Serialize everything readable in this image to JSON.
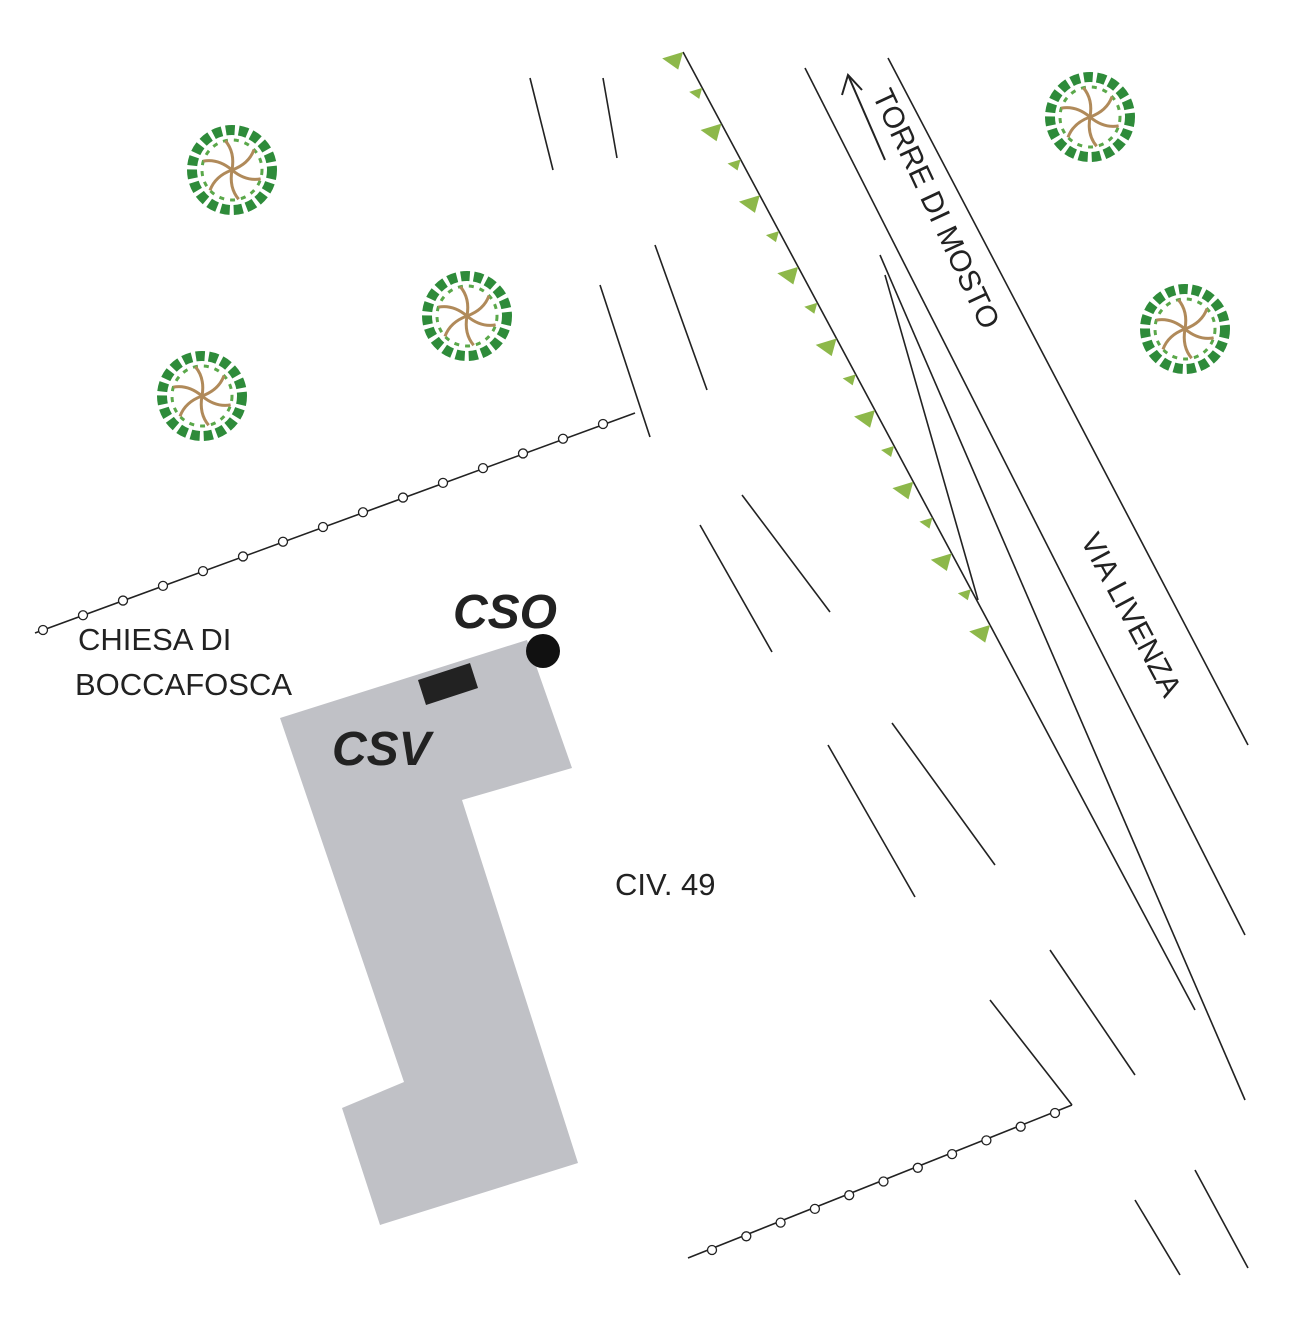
{
  "labels": {
    "church_line1": "CHIESA DI",
    "church_line2": "BOCCAFOSCA",
    "cso": "CSO",
    "csv": "CSV",
    "civic_number": "CIV. 49",
    "road_torre": "TORRE DI MOSTO",
    "road_livenza": "VIA LIVENZA"
  },
  "colors": {
    "building": "#c0c1c6",
    "tree_green": "#2e8b3a",
    "tree_trunk": "#b08a5a",
    "embankment": "#8db84a",
    "ink": "#222222"
  }
}
